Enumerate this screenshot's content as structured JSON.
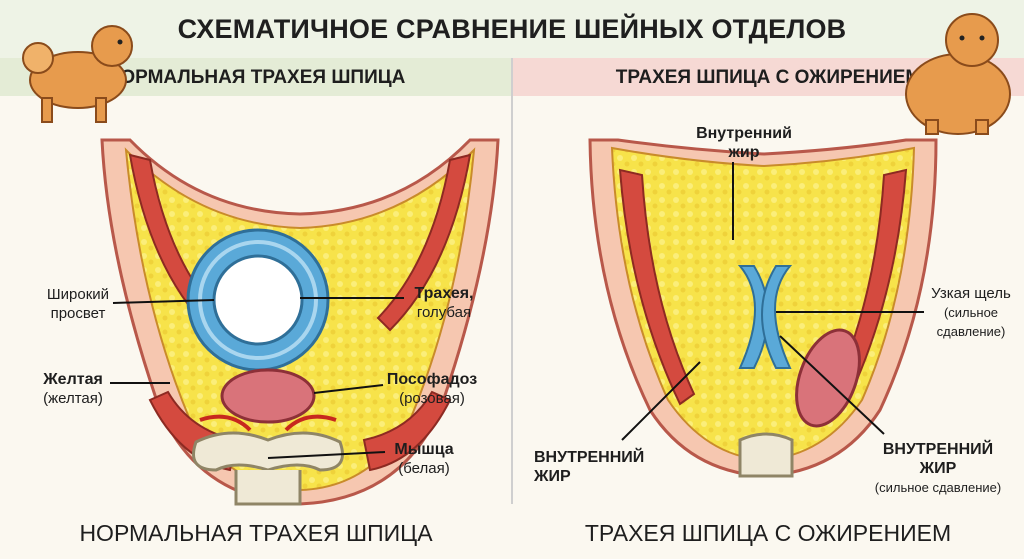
{
  "header": {
    "title": "СХЕМАТИЧНОЕ СРАВНЕНИЕ ШЕЙНЫХ ОТДЕЛОВ",
    "left_panel_title": "НОРМАЛЬНАЯ ТРАХЕЯ ШПИЦА",
    "right_panel_title": "ТРАХЕЯ ШПИЦА С ОЖИРЕНИЕМ"
  },
  "left_labels": {
    "wide_lumen_1": "Широкий",
    "wide_lumen_2": "просвет",
    "trachea_1": "Трахея,",
    "trachea_2": "голубая",
    "yellow_1": "Желтая",
    "yellow_2": "(желтая)",
    "esophagus_1": "Пософадоз",
    "esophagus_2": "(розовая)",
    "muscle_1": "Мышца",
    "muscle_2": "(белая)"
  },
  "right_labels": {
    "inner_fat_top_1": "Внутренний",
    "inner_fat_top_2": "жир",
    "narrow_slit_1": "Узкая щель",
    "narrow_slit_2": "(сильное",
    "narrow_slit_3": "сдавление)",
    "inner_fat_left_1": "ВНУТРЕННИЙ",
    "inner_fat_left_2": "ЖИР",
    "inner_fat_right_1": "ВНУТРЕННИЙ",
    "inner_fat_right_2": "ЖИР",
    "inner_fat_right_3": "(сильное сдавление)"
  },
  "footer": {
    "left_caption": "НОРМАЛЬНАЯ ТРАХЕЯ ШПИЦА",
    "right_caption": "ТРАХЕЯ ШПИЦА С ОЖИРЕНИЕМ"
  },
  "colors": {
    "fat": "#f7e34a",
    "muscle": "#d44a3f",
    "skin": "#f6c7b0",
    "trachea": "#5aa9d8",
    "esophagus": "#d9737a",
    "bone": "#efe9d6"
  },
  "icons": [
    "pomeranian-normal-icon",
    "pomeranian-obese-icon"
  ]
}
